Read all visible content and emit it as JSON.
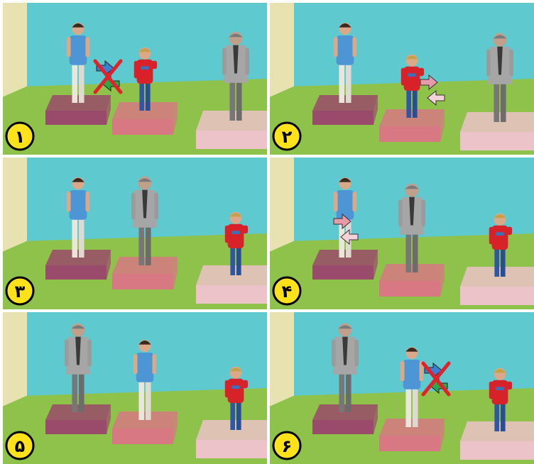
{
  "panels": [
    {
      "label": "١",
      "figures": [
        "man-blue-shirt",
        "boy-red-sweater",
        "old-man-gray-coat"
      ],
      "marker": "crossed-swap"
    },
    {
      "label": "٢",
      "figures": [
        "man-blue-shirt",
        "boy-red-sweater",
        "old-man-gray-coat"
      ],
      "marker": "swap-arrows"
    },
    {
      "label": "٣",
      "figures": [
        "man-blue-shirt",
        "old-man-gray-coat",
        "boy-red-sweater"
      ],
      "marker": "none"
    },
    {
      "label": "۴",
      "figures": [
        "man-blue-shirt",
        "old-man-gray-coat",
        "boy-red-sweater"
      ],
      "marker": "swap-arrows"
    },
    {
      "label": "۵",
      "figures": [
        "old-man-gray-coat",
        "man-blue-shirt",
        "boy-red-sweater"
      ],
      "marker": "none"
    },
    {
      "label": "۶",
      "figures": [
        "old-man-gray-coat",
        "man-blue-shirt",
        "boy-red-sweater"
      ],
      "marker": "crossed-swap"
    }
  ],
  "colors": {
    "wall": "#5ec9cf",
    "side_wall": "#e8e2b0",
    "floor": "#8fc24a",
    "platform_dark": "#9a4a6a",
    "platform_mid": "#d77883",
    "platform_light": "#ecc3c8",
    "badge_fill": "#ffe21a",
    "badge_stroke": "#000000",
    "blue_shirt": "#4e95d6",
    "red_sweater": "#d8222a",
    "gray_coat": "#a6a6a6",
    "cross": "#e0232a",
    "arrow_pink": "#e79aa8"
  }
}
